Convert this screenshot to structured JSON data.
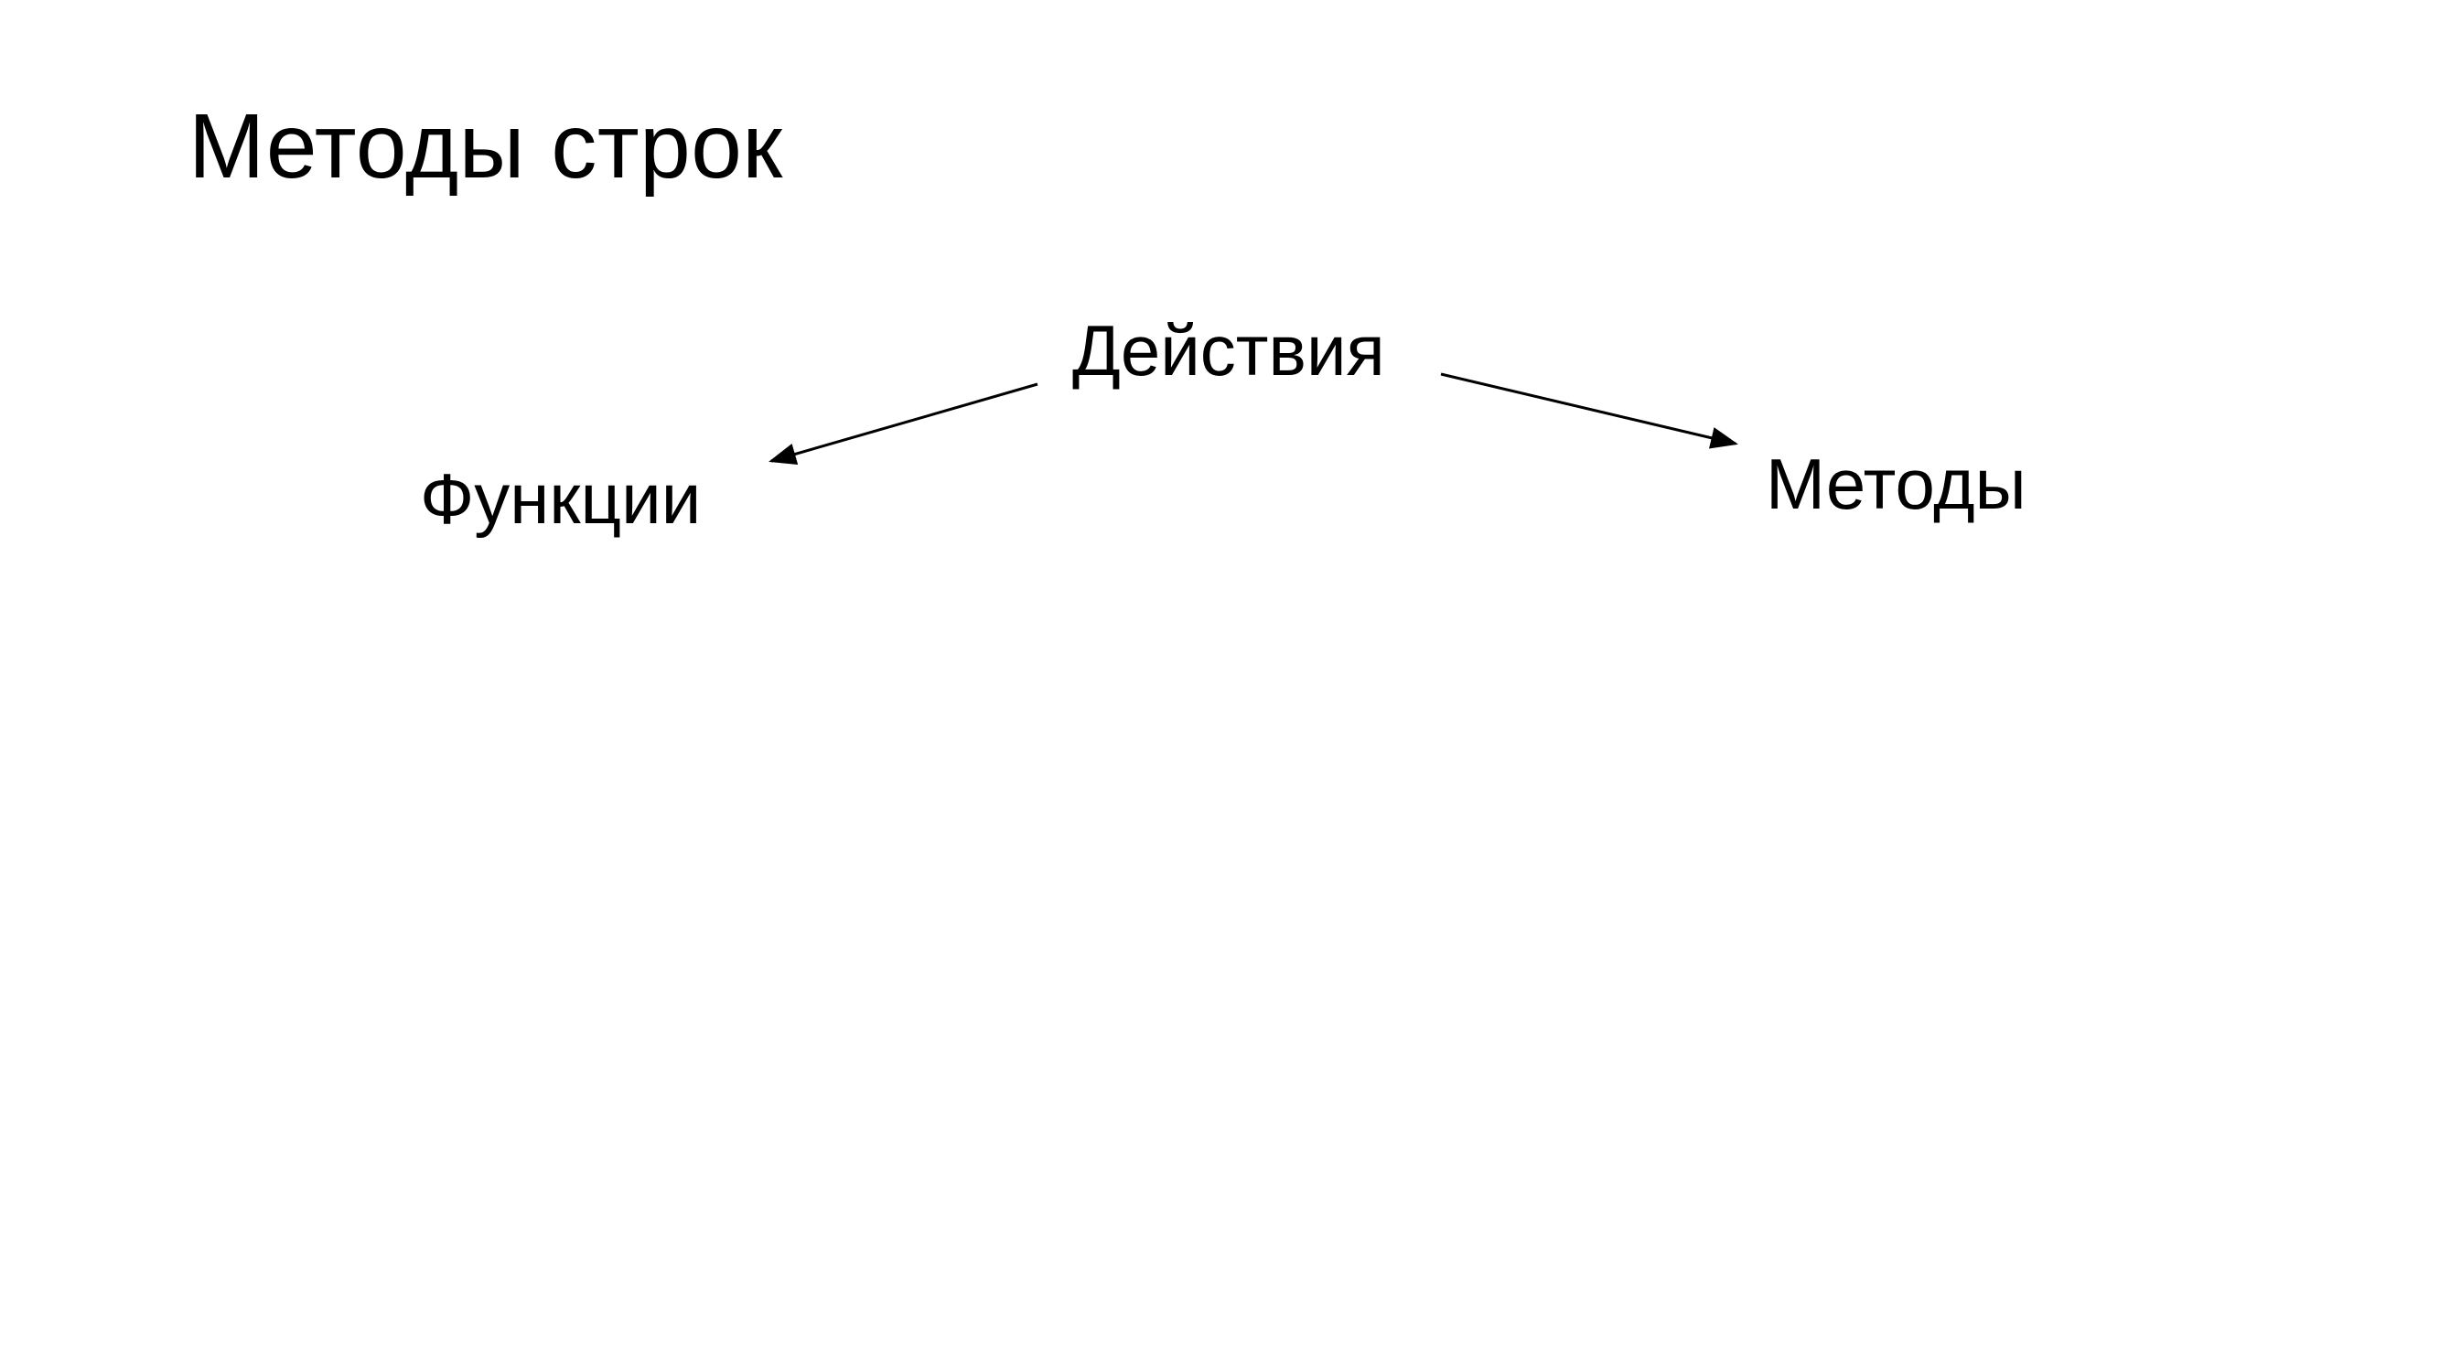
{
  "slide": {
    "title": "Методы строк"
  },
  "diagram": {
    "root": "Действия",
    "left_child": "Функции",
    "right_child": "Методы"
  }
}
